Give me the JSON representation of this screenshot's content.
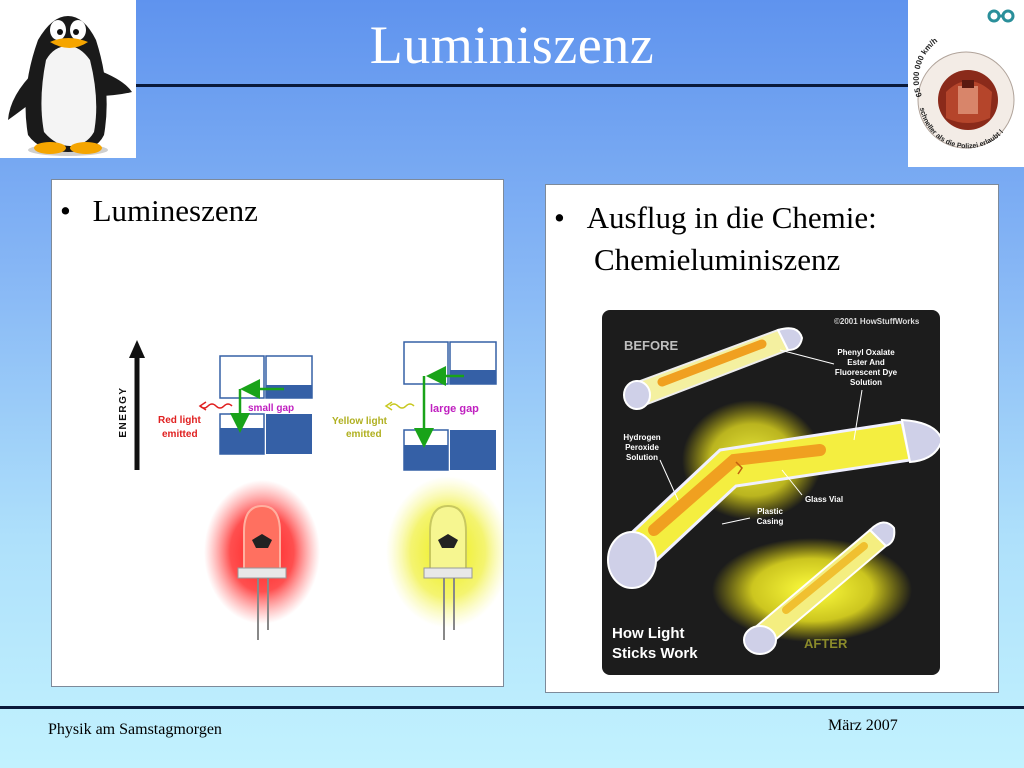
{
  "slide": {
    "title": "Luminiszenz",
    "left_bullet": "Lumineszenz",
    "right_bullet_line1": "Ausflug in die Chemie:",
    "right_bullet_line2": "Chemieluminiszenz"
  },
  "energy_diagram": {
    "axis_label": "ENERGY",
    "red": {
      "gap_label": "small gap",
      "emit_line1": "Red light",
      "emit_line2": "emitted"
    },
    "yellow": {
      "gap_label": "large gap",
      "emit_line1": "Yellow light",
      "emit_line2": "emitted"
    }
  },
  "lightstick": {
    "copyright": "©2001 HowStuffWorks",
    "before": "BEFORE",
    "after": "AFTER",
    "label_phenyl_1": "Phenyl Oxalate",
    "label_phenyl_2": "Ester And",
    "label_phenyl_3": "Fluorescent Dye",
    "label_phenyl_4": "Solution",
    "label_hydrogen_1": "Hydrogen",
    "label_hydrogen_2": "Peroxide",
    "label_hydrogen_3": "Solution",
    "label_glass": "Glass Vial",
    "label_plastic_1": "Plastic",
    "label_plastic_2": "Casing",
    "caption_1": "How Light",
    "caption_2": "Sticks Work"
  },
  "logo": {
    "speed_text": "65 000 000 km/h",
    "motto_text": "schneller als die Polizei erlaubt !"
  },
  "footer": {
    "left": "Physik am Samstagmorgen",
    "right": "März 2007"
  },
  "colors": {
    "red_light": "#ff2a2a",
    "yellow_light": "#f2f21a",
    "band_blue": "#3560a6",
    "arrow_green": "#19a319"
  }
}
